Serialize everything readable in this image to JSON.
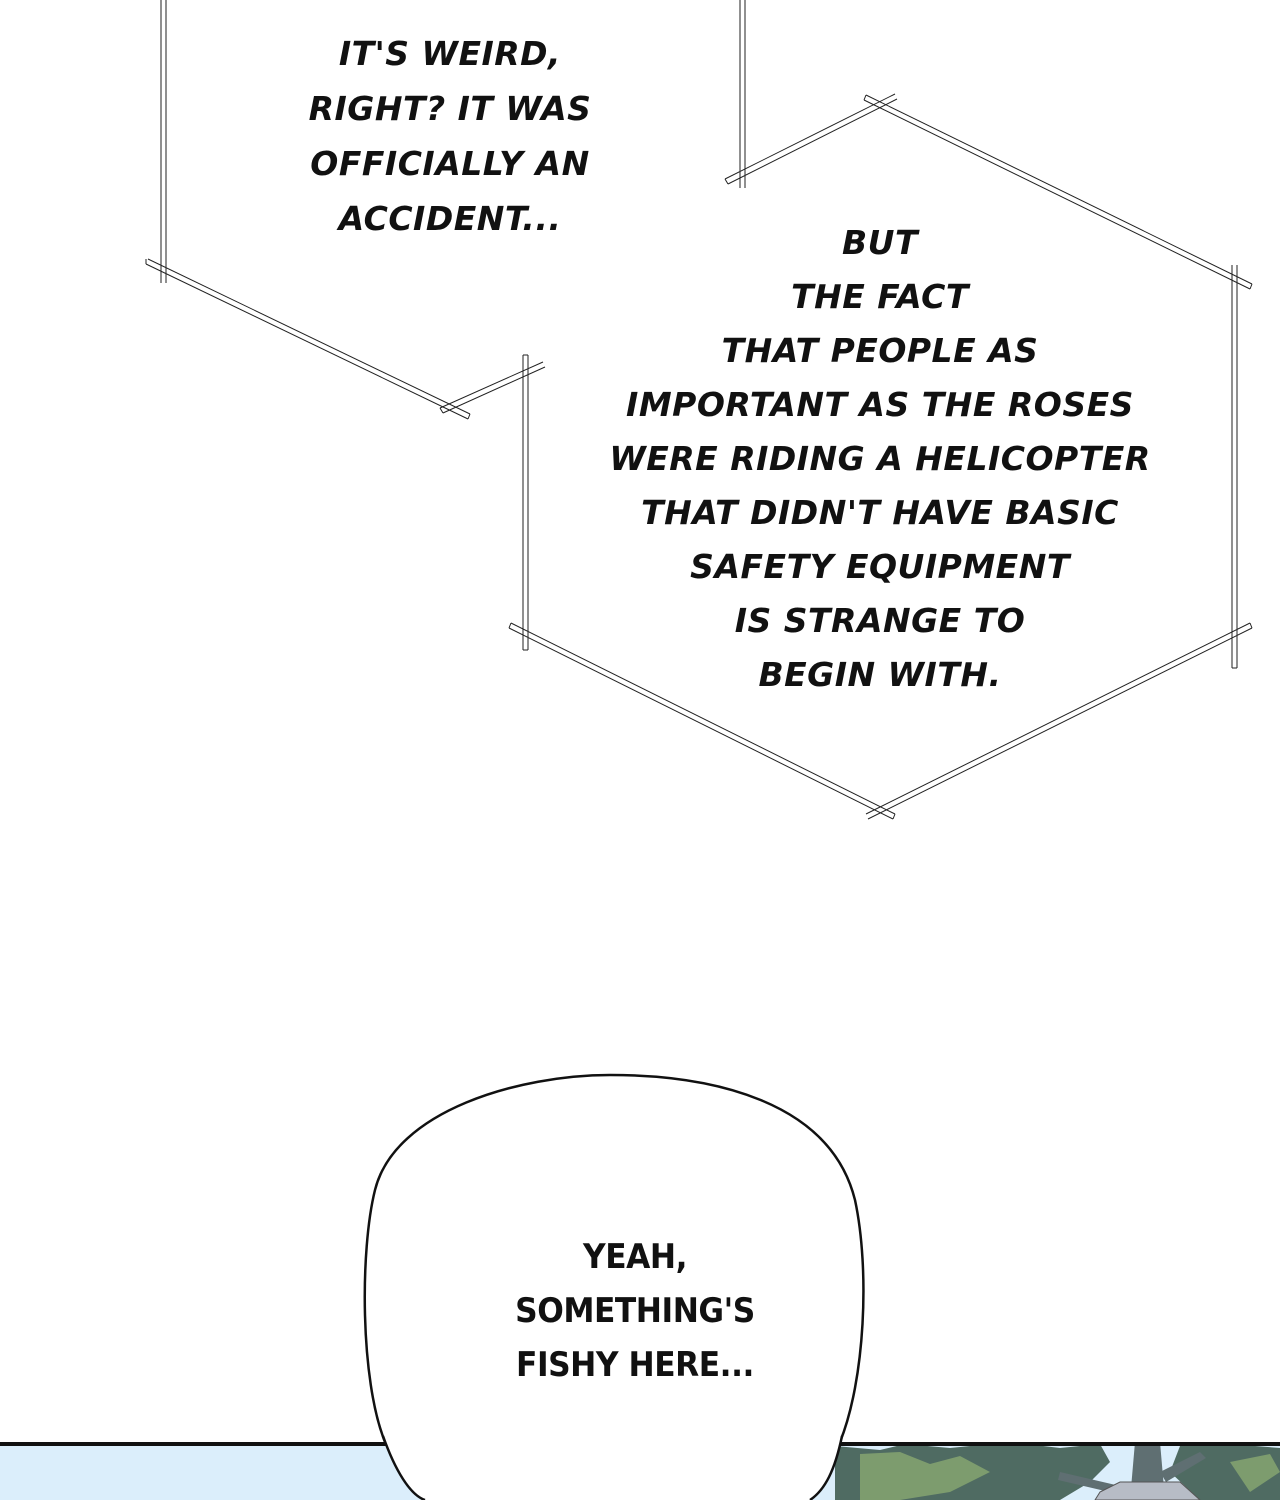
{
  "page": {
    "type": "comic-page",
    "background": "#ffffff"
  },
  "captions": [
    {
      "id": "caption-1",
      "shape": "hexagon-frame",
      "text": "IT'S WEIRD,\nRIGHT? IT WAS\nOFFICIALLY AN\nACCIDENT..."
    },
    {
      "id": "caption-2",
      "shape": "hexagon-frame",
      "text": "BUT\nTHE FACT\nTHAT PEOPLE AS\nIMPORTANT AS THE ROSES\nWERE RIDING A HELICOPTER\nTHAT DIDN'T HAVE BASIC\nSAFETY EQUIPMENT\nIS STRANGE TO\nBEGIN WITH."
    }
  ],
  "speech_bubbles": [
    {
      "id": "bubble-1",
      "shape": "rounded-oval",
      "text": "YEAH,\nSOMETHING'S\nFISHY HERE..."
    }
  ],
  "bottom_panel": {
    "description": "sky with tree foliage",
    "colors": {
      "sky": "#dbeefb",
      "foliage_dark": "#4f6b62",
      "foliage_light": "#7d9c6e",
      "trunk": "#5f6f72",
      "border": "#111111"
    }
  }
}
